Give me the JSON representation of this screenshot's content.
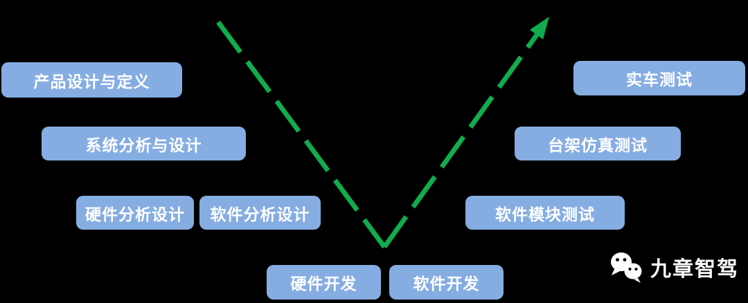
{
  "colors": {
    "background": "#000000",
    "box_blue": "#85ADE2",
    "box_text": "#FFFFFF",
    "arrow_green": "#11AC4D",
    "watermark_text": "#FFFFFF"
  },
  "diagram": {
    "type": "v-model-development-process",
    "arrow": {
      "style": "dashed",
      "shape": "V with arrowhead ascending top-right",
      "color": "#11AC4D"
    },
    "boxes": [
      {
        "id": "product-design-definition",
        "label": "产品设计与定义",
        "branch": "left",
        "level": 1
      },
      {
        "id": "system-analysis-design",
        "label": "系统分析与设计",
        "branch": "left",
        "level": 2
      },
      {
        "id": "hardware-analysis-design",
        "label": "硬件分析设计",
        "branch": "left",
        "level": 3
      },
      {
        "id": "software-analysis-design",
        "label": "软件分析设计",
        "branch": "left",
        "level": 3
      },
      {
        "id": "hardware-development",
        "label": "硬件开发",
        "branch": "bottom",
        "level": 4
      },
      {
        "id": "software-development",
        "label": "软件开发",
        "branch": "bottom",
        "level": 4
      },
      {
        "id": "software-module-testing",
        "label": "软件模块测试",
        "branch": "right",
        "level": 3
      },
      {
        "id": "bench-simulation-testing",
        "label": "台架仿真测试",
        "branch": "right",
        "level": 2
      },
      {
        "id": "real-vehicle-testing",
        "label": "实车测试",
        "branch": "right",
        "level": 1
      }
    ]
  },
  "watermark": {
    "brand": "九章智驾",
    "icon": "wechat-icon"
  }
}
